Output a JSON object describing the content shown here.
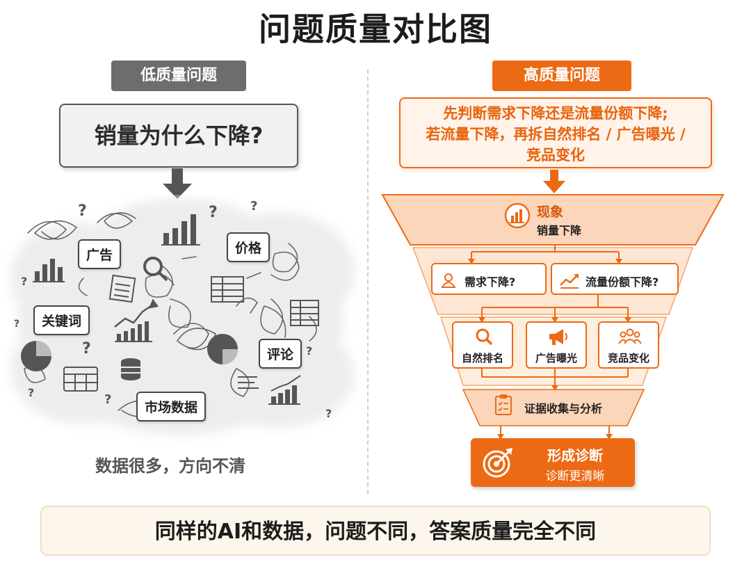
{
  "title": "问题质量对比图",
  "left": {
    "tag": "低质量问题",
    "question": "销量为什么下降?",
    "cloud_labels": [
      "广告",
      "价格",
      "关键词",
      "评论",
      "市场数据"
    ],
    "caption": "数据很多，方向不清"
  },
  "right": {
    "tag": "高质量问题",
    "question_lines": [
      "先判断需求下降还是流量份额下降;",
      "若流量下降，再拆自然排名 / 广告曝光 /",
      "竞品变化"
    ],
    "phenomenon_title": "现象",
    "phenomenon_sub": "销量下降",
    "branch_1": "需求下降?",
    "branch_2": "流量份额下降?",
    "factor_1": "自然排名",
    "factor_2": "广告曝光",
    "factor_3": "竞品变化",
    "evidence": "证据收集与分析",
    "diagnosis_title": "形成诊断",
    "diagnosis_sub": "诊断更清晰"
  },
  "bottom": "同样的AI和数据，问题不同，答案质量完全不同",
  "colors": {
    "orange": "#ec6a14",
    "gray": "#6d6d6d",
    "light_orange": "#fde6d4"
  },
  "icons": [
    "chart-icon",
    "person-icon",
    "trend-icon",
    "search-icon",
    "megaphone-icon",
    "group-icon",
    "checklist-icon",
    "target-icon",
    "magnifier-icon",
    "database-icon",
    "pie-icon",
    "table-icon"
  ]
}
